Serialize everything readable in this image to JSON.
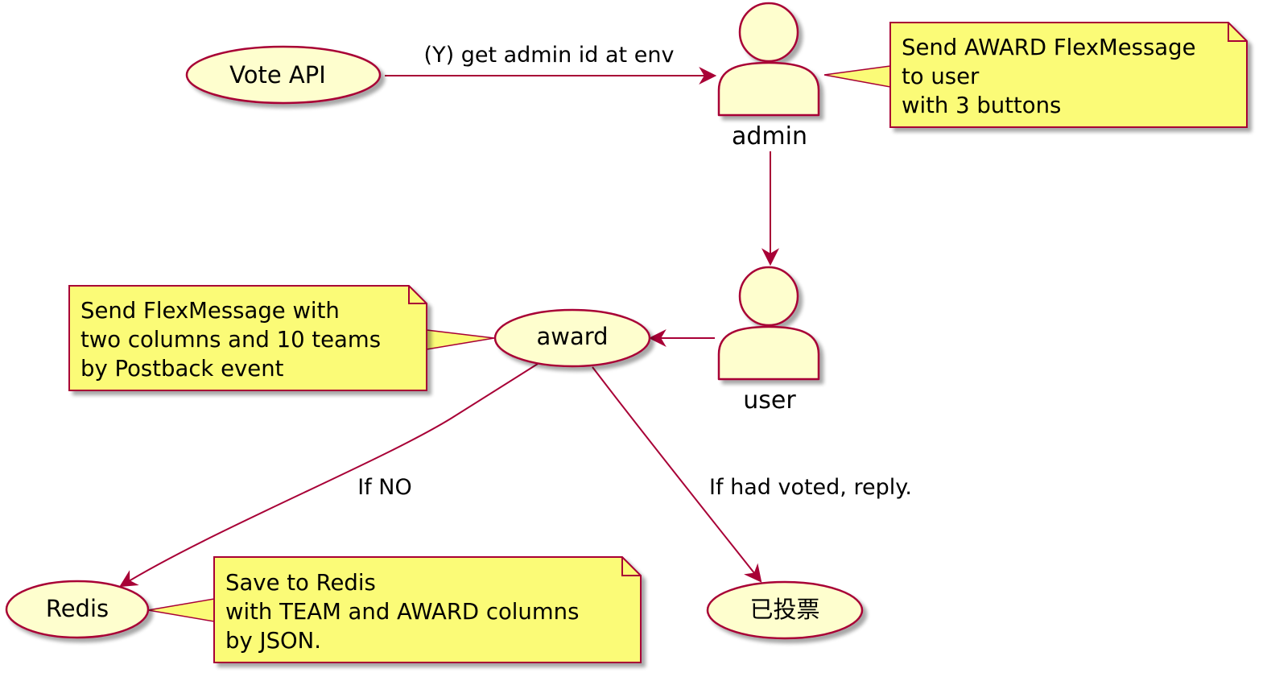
{
  "colors": {
    "fill": "#FEFECE",
    "border": "#A80036",
    "note_fill": "#FBFB77",
    "line": "#A80036",
    "shadow": "#C8C8C8"
  },
  "usecases": {
    "vote_api": "Vote API",
    "award": "award",
    "redis": "Redis",
    "voted": "已投票"
  },
  "actors": {
    "admin": "admin",
    "user": "user"
  },
  "notes": {
    "admin_note": [
      "Send AWARD FlexMessage",
      "to user",
      "with 3 buttons"
    ],
    "award_note": [
      "Send FlexMessage with",
      "two columns and 10 teams",
      "by Postback event"
    ],
    "redis_note": [
      "Save to Redis",
      "with TEAM and AWARD columns",
      "by JSON."
    ]
  },
  "edges": {
    "vote_to_admin": "(Y) get admin id at env",
    "award_to_redis": "If NO",
    "award_to_voted": "If had voted, reply."
  }
}
